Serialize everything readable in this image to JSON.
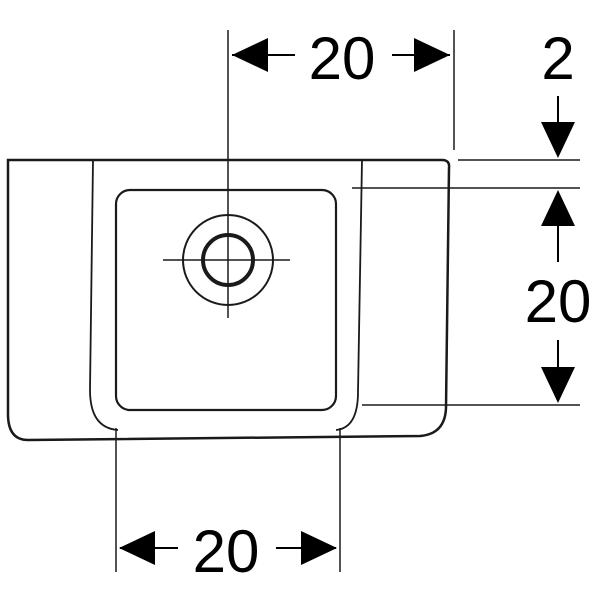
{
  "drawing": {
    "line_color": "#1a1a1a",
    "arrow_color": "#000000",
    "background": "#ffffff"
  },
  "dimensions": {
    "top_width_label": "20",
    "rim_thickness_label": "2",
    "basin_depth_label": "20",
    "bottom_width_label": "20"
  }
}
